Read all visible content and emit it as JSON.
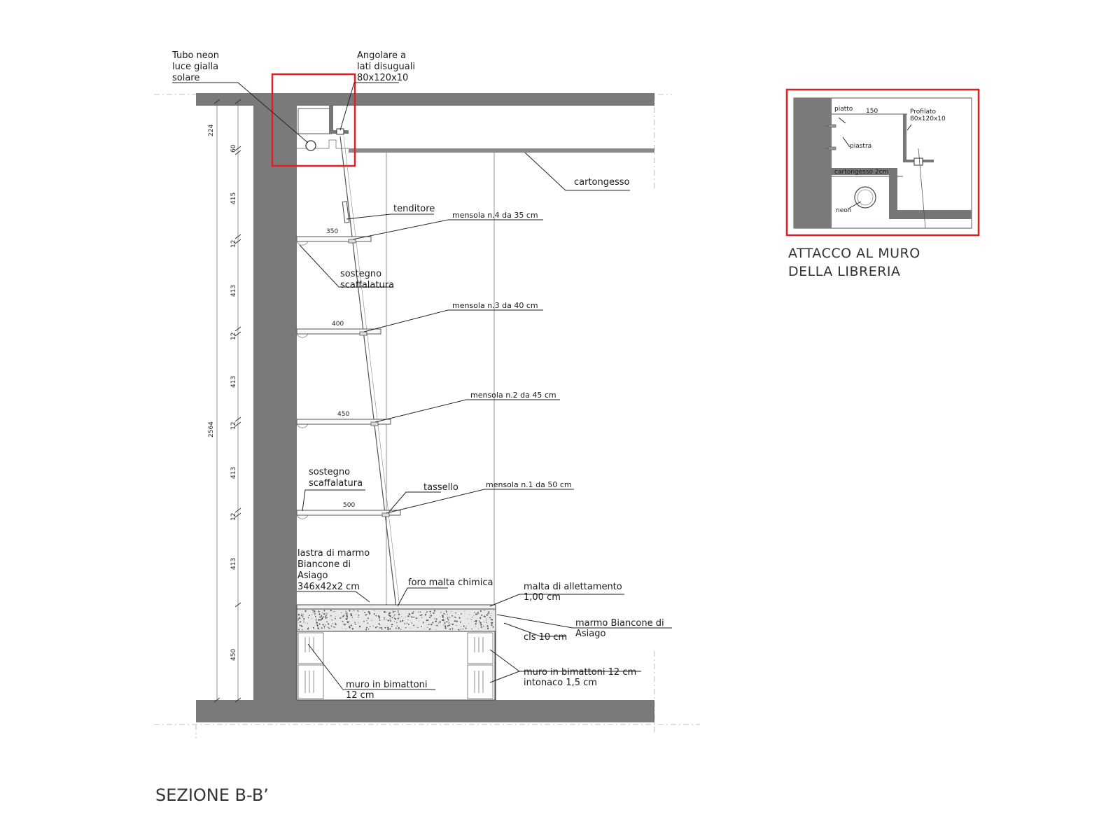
{
  "section_title": "SEZIONE B-B’",
  "detail_caption": [
    "ATTACCO AL MURO",
    "DELLA LIBRERIA"
  ],
  "labels": {
    "neon_tube": [
      "Tubo neon",
      "luce gialla",
      "solare"
    ],
    "angle": [
      "Angolare a",
      "lati disuguali",
      "80x120x10"
    ],
    "plasterboard": "cartongesso",
    "turnbuckle": "tenditore",
    "shelf_support_1": [
      "sostegno",
      "scaffalatura"
    ],
    "shelf_support_2": [
      "sostegno",
      "scaffalatura"
    ],
    "anchor": "tassello",
    "marble_slab": [
      "lastra di marmo",
      "Biancone di",
      "Asiago",
      "346x42x2 cm"
    ],
    "chem_hole": "foro malta chimica",
    "bedding_mortar": [
      "malta di allettamento",
      "1,00 cm"
    ],
    "marble": [
      "marmo Biancone di",
      "Asiago"
    ],
    "concrete": "cls 10 cm",
    "brick_wall_right": [
      "muro in bimattoni 12 cm",
      "intonaco 1,5 cm"
    ],
    "brick_wall_left": [
      "muro in bimattoni",
      "12 cm"
    ]
  },
  "shelves": [
    {
      "label": "mensola n.4 da 35 cm",
      "depth": "350"
    },
    {
      "label": "mensola n.3 da 40 cm",
      "depth": "400"
    },
    {
      "label": "mensola n.2 da 45 cm",
      "depth": "450"
    },
    {
      "label": "mensola n.1 da 50 cm",
      "depth": "500"
    }
  ],
  "dimensions": {
    "overall": "2564",
    "chain": [
      "224",
      "60",
      "415",
      "12",
      "413",
      "12",
      "413",
      "12",
      "413",
      "12",
      "413",
      "450"
    ]
  },
  "detail_labels": {
    "flat": "piatto",
    "flat_width": "150",
    "profile": [
      "Profilato",
      "80x120x10"
    ],
    "plate": "piastra",
    "plasterboard": "cartongesso 2cm",
    "neon": "neon"
  },
  "colors": {
    "wall": "#7a7a7a",
    "highlight": "#e02020",
    "ink": "#1a1a1a"
  }
}
